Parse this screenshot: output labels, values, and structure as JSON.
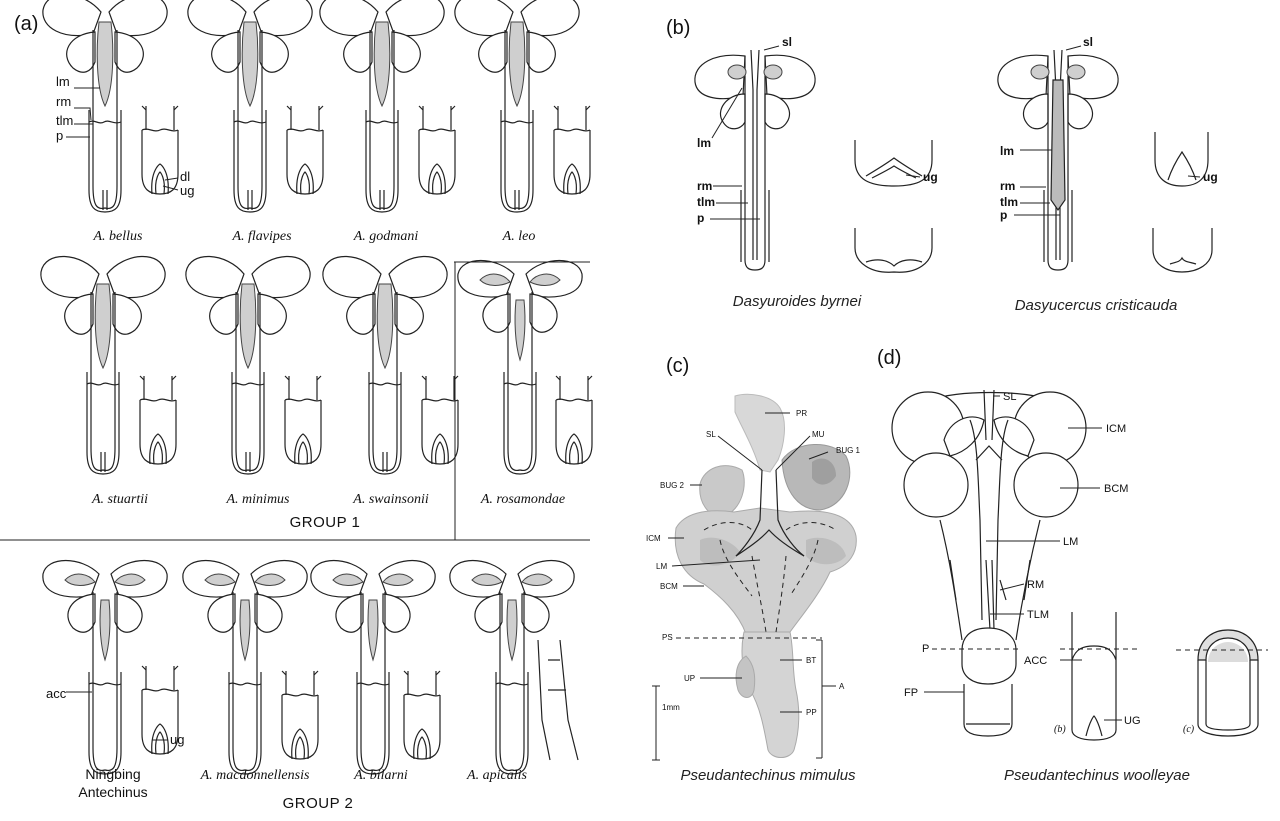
{
  "panels": {
    "a": {
      "letter": "(a)",
      "labels": {
        "lm": "lm",
        "rm": "rm",
        "tlm": "tlm",
        "p": "p",
        "dl": "dl",
        "ug": "ug",
        "acc": "acc",
        "ug2": "ug"
      },
      "row1": [
        "A. bellus",
        "A. flavipes",
        "A. godmani",
        "A. leo"
      ],
      "row2": [
        "A. stuartii",
        "A. minimus",
        "A. swainsonii",
        "A. rosamondae"
      ],
      "row3": [
        "A. macdonnellensis",
        "A. bilarni",
        "A. apicalis"
      ],
      "ningbing": [
        "Ningbing",
        "Antechinus"
      ],
      "group1": "GROUP  1",
      "group2": "GROUP  2"
    },
    "b": {
      "letter": "(b)",
      "labels": {
        "sl": "sl",
        "lm": "lm",
        "rm": "rm",
        "tlm": "tlm",
        "p": "p",
        "ug": "ug"
      },
      "species": [
        "Dasyuroides byrnei",
        "Dasyucercus cristicauda"
      ]
    },
    "c": {
      "letter": "(c)",
      "labels": {
        "pr": "PR",
        "sl": "SL",
        "mu": "MU",
        "bug1": "BUG 1",
        "bug2": "BUG 2",
        "icm": "ICM",
        "lm": "LM",
        "bcm": "BCM",
        "ps": "PS",
        "bt": "BT",
        "up": "UP",
        "a": "A",
        "pp": "PP",
        "scale": "1mm"
      },
      "species": "Pseudantechinus mimulus"
    },
    "d": {
      "letter": "(d)",
      "labels": {
        "sl": "SL",
        "icm": "ICM",
        "bcm": "BCM",
        "lm": "LM",
        "rm": "RM",
        "tlm": "TLM",
        "p": "P",
        "acc": "ACC",
        "fp": "FP",
        "ug": "UG",
        "sub_b": "(b)",
        "sub_c": "(c)"
      },
      "species": "Pseudantechinus woolleyae"
    }
  }
}
